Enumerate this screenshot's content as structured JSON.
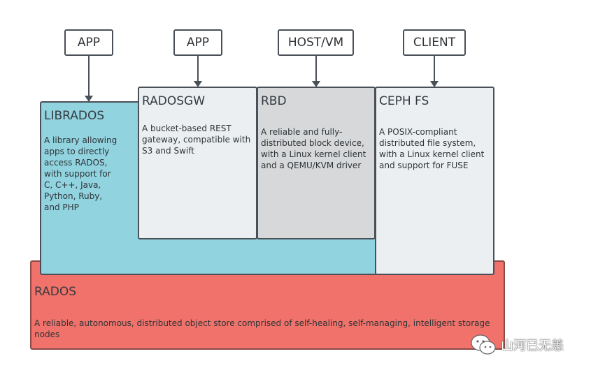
{
  "top_boxes": {
    "app1": "APP",
    "app2": "APP",
    "host_vm": "HOST/VM",
    "client": "CLIENT"
  },
  "components": {
    "librados": {
      "title": "LIBRADOS",
      "desc": [
        "A library allowing",
        "apps to directly",
        "access RADOS,",
        "with support for",
        "C, C++, Java,",
        "Python, Ruby,",
        "and PHP"
      ]
    },
    "radosgw": {
      "title": "RADOSGW",
      "desc": [
        "A bucket-based REST",
        "gateway, compatible with",
        "S3 and Swift"
      ]
    },
    "rbd": {
      "title": "RBD",
      "desc": [
        "A reliable and fully-",
        "distributed block device,",
        "with a Linux kernel client",
        "and a QEMU/KVM driver"
      ]
    },
    "cephfs": {
      "title": "CEPH FS",
      "desc": [
        "A POSIX-compliant",
        "distributed file system,",
        "with a Linux kernel client",
        "and support for FUSE"
      ]
    },
    "rados": {
      "title": "RADOS",
      "desc": [
        "A reliable, autonomous, distributed object store comprised of self-healing, self-managing, intelligent storage",
        "nodes"
      ]
    }
  },
  "colors": {
    "librados": "#91d3df",
    "radosgw": "#ebeff1",
    "rbd": "#d6d8d9",
    "cephfs": "#ebeff1",
    "rados": "#f0726a"
  },
  "watermark": {
    "icon": "wechat-icon",
    "text": "山河已无恙"
  }
}
